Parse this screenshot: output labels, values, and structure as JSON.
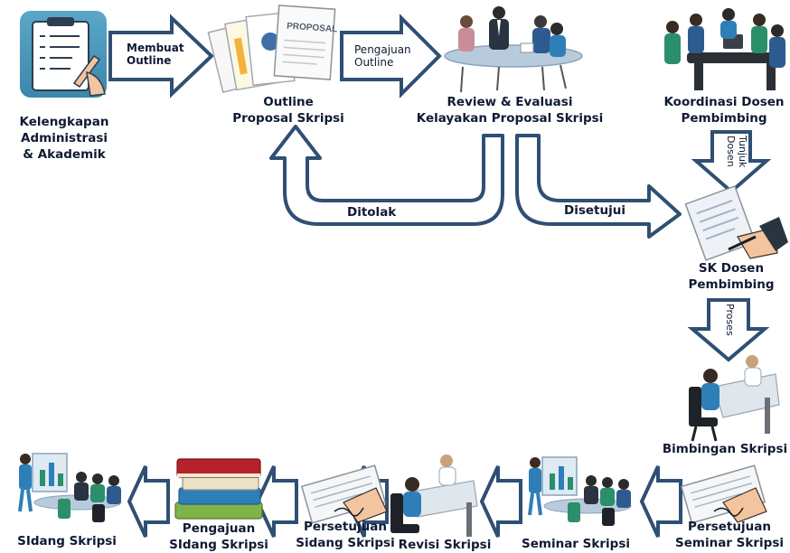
{
  "colors": {
    "arrow_stroke": "#2f4f74",
    "text": "#0f1a33",
    "table": "#b8cbdc",
    "person_blue": "#2d5b8f",
    "person_green": "#2a8f6a",
    "paper": "#f4f6f8"
  },
  "nodes": {
    "kelengkapan": {
      "line1": "Kelengkapan",
      "line2": "Administrasi",
      "line3": "& Akademik",
      "icon": "clipboard-checklist-icon"
    },
    "outline": {
      "line1": "Outline",
      "line2": "Proposal Skripsi",
      "icon": "proposal-documents-icon",
      "paper_title": "PROPOSAL"
    },
    "review": {
      "line1": "Review & Evaluasi",
      "line2": "Kelayakan Proposal Skripsi",
      "icon": "meeting-table-icon"
    },
    "koordinasi": {
      "line1": "Koordinasi Dosen",
      "line2": "Pembimbing",
      "icon": "board-meeting-icon"
    },
    "sk": {
      "line1": "SK Dosen",
      "line2": "Pembimbing",
      "icon": "signing-document-icon"
    },
    "bimbingan": {
      "line1": "Bimbingan Skripsi",
      "icon": "consultation-icon"
    },
    "persetujuan_seminar": {
      "line1": "Persetujuan",
      "line2": "Seminar Skripsi",
      "icon": "signature-icon"
    },
    "seminar": {
      "line1": "Seminar Skripsi",
      "icon": "presentation-icon"
    },
    "revisi": {
      "line1": "Revisi Skripsi",
      "icon": "revision-desk-icon"
    },
    "persetujuan_sidang": {
      "line1": "Persetujuan",
      "line2": "Sidang Skripsi",
      "icon": "signature-icon"
    },
    "pengajuan_sidang": {
      "line1": "Pengajuan",
      "line2": "SIdang Skripsi",
      "icon": "stacked-books-icon"
    },
    "sidang": {
      "line1": "SIdang Skripsi",
      "icon": "presentation-icon"
    }
  },
  "edges": {
    "membuat": {
      "line1": "Membuat",
      "line2": "Outline"
    },
    "pengajuan": {
      "line1": "Pengajuan",
      "line2": "Outline"
    },
    "ditolak": {
      "label": "Ditolak"
    },
    "disetujui": {
      "label": "Disetujui"
    },
    "tunjuk": {
      "line1": "Tunjuk",
      "line2": "Dosen"
    },
    "proses": {
      "label": "Proses"
    }
  }
}
